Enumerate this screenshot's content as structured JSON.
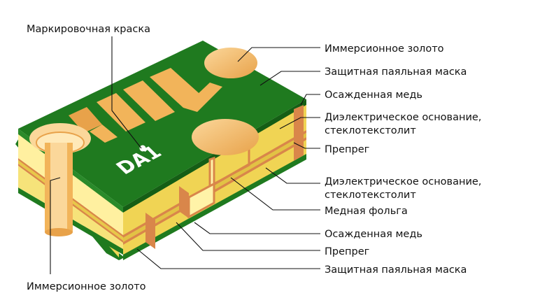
{
  "labels": {
    "marking_paint": "Маркировочная краска",
    "immersion_gold_top": "Иммерсионное золото",
    "solder_mask_top": "Защитная паяльная маска",
    "plated_copper_top": "Осажденная медь",
    "dielectric_1_line1": "Диэлектрическое основание,",
    "dielectric_1_line2": "стеклотекстолит",
    "prepreg_top": "Препрег",
    "dielectric_2_line1": "Диэлектрическое основание,",
    "dielectric_2_line2": "стеклотекстолит",
    "copper_foil": "Медная фольга",
    "plated_copper_bottom": "Осажденная медь",
    "prepreg_bottom": "Препрег",
    "solder_mask_bottom": "Защитная паяльная маска",
    "immersion_gold_bottom": "Иммерсионное золото"
  },
  "component_marking": "DA1",
  "colors": {
    "solder_mask": "#1f7a1f",
    "solder_mask_dark": "#155e15",
    "gold": "#f2b45a",
    "gold_light": "#fbd79a",
    "copper": "#d9864a",
    "fr4": "#f3de63",
    "fr4_light": "#fff3a8",
    "prepreg": "#e8c84a",
    "leader": "#111111"
  }
}
